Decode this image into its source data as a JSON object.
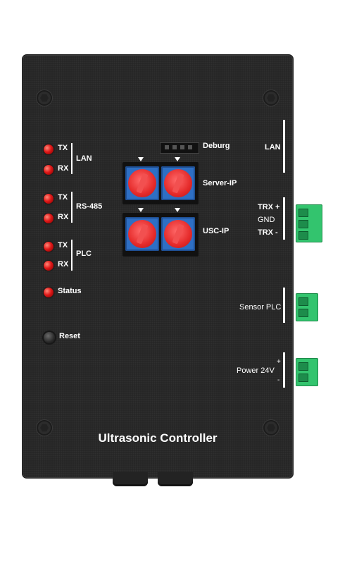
{
  "left_panel": {
    "lan": {
      "group": "LAN",
      "tx": "TX",
      "rx": "RX"
    },
    "rs485": {
      "group": "RS-485",
      "tx": "TX",
      "rx": "RX"
    },
    "plc": {
      "group": "PLC",
      "tx": "TX",
      "rx": "RX"
    },
    "status": "Status",
    "reset": "Reset"
  },
  "center_panel": {
    "deburg": "Deburg",
    "server_ip": "Server-IP",
    "usc_ip": "USC-IP"
  },
  "right_panel": {
    "lan": "LAN",
    "trx_plus": "TRX +",
    "gnd": "GND",
    "trx_minus": "TRX -",
    "sensor_plc": "Sensor PLC",
    "power": "Power 24V",
    "plus": "+",
    "minus": "-"
  },
  "title": "Ultrasonic Controller",
  "colors": {
    "body": "#262626",
    "led": "#e01818",
    "switch": "#2e6fc4",
    "dial": "#e52a2a",
    "terminal": "#33c46e"
  }
}
